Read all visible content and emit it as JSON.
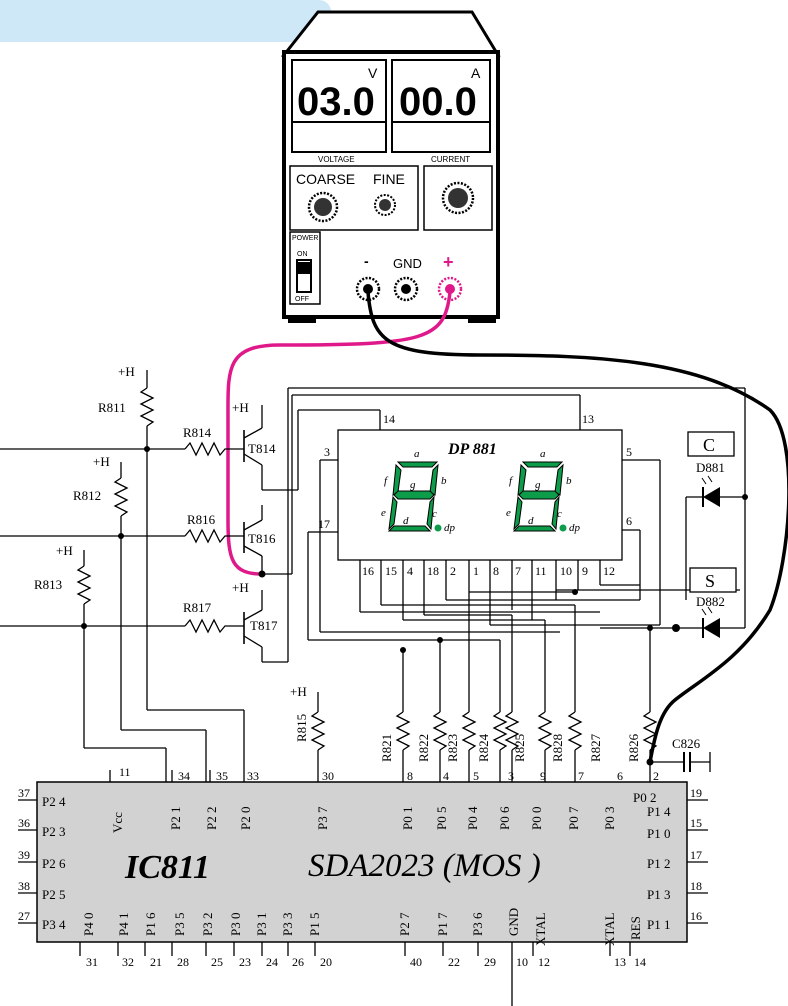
{
  "psu": {
    "volt_display": "03.0",
    "volt_unit": "V",
    "amp_display": "00.0",
    "amp_unit": "A",
    "voltage_label": "VOLTAGE",
    "current_label": "CURRENT",
    "coarse_label": "COARSE",
    "fine_label": "FINE",
    "power_label": "POWER",
    "on_label": "ON",
    "off_label": "OFF",
    "minus_label": "-",
    "gnd_label": "GND",
    "plus_label": "+"
  },
  "display": {
    "title": "DP 881",
    "seg_a": "a",
    "seg_b": "b",
    "seg_c": "c",
    "seg_d": "d",
    "seg_e": "e",
    "seg_f": "f",
    "seg_g": "g",
    "seg_dp": "dp",
    "top_pins": [
      "14",
      "13"
    ],
    "left_pins": [
      "3",
      "17"
    ],
    "right_pins": [
      "5",
      "6"
    ],
    "bottom_pins": [
      "16",
      "15",
      "4",
      "18",
      "2",
      "1",
      "8",
      "7",
      "11",
      "10",
      "9",
      "12"
    ]
  },
  "transistors": {
    "supply": "+H",
    "t814": "T814",
    "t816": "T816",
    "t817": "T817"
  },
  "resistors": {
    "r811": "R811",
    "r812": "R812",
    "r813": "R813",
    "r814": "R814",
    "r816": "R816",
    "r817": "R817",
    "r815": "R815",
    "r821": "R821",
    "r822": "R822",
    "r823": "R823",
    "r824": "R824",
    "r825": "R825",
    "r828": "R828",
    "r827": "R827",
    "r826": "R826",
    "c826": "C826"
  },
  "leds": {
    "c_label": "C",
    "d881": "D881",
    "s_label": "S",
    "d882": "D882"
  },
  "ic": {
    "name": "IC811",
    "part": "SDA2023 (MOS )",
    "left_pins": [
      {
        "num": "37",
        "name": "P2 4"
      },
      {
        "num": "36",
        "name": "P2 3"
      },
      {
        "num": "39",
        "name": "P2 6"
      },
      {
        "num": "38",
        "name": "P2 5"
      },
      {
        "num": "27",
        "name": "P3 4"
      }
    ],
    "right_pins": [
      {
        "num": "19",
        "name": "P1 4"
      },
      {
        "num": "15",
        "name": "P1 0"
      },
      {
        "num": "17",
        "name": "P1 2"
      },
      {
        "num": "18",
        "name": "P1 3"
      },
      {
        "num": "16",
        "name": "P1 1"
      }
    ],
    "top_pins": [
      {
        "num": "11",
        "name": "Vcc"
      },
      {
        "num": "34",
        "name": "P2 1"
      },
      {
        "num": "35",
        "name": "P2 2"
      },
      {
        "num": "33",
        "name": "P2 0"
      },
      {
        "num": "30",
        "name": "P3 7"
      },
      {
        "num": "8",
        "name": "P0 1"
      },
      {
        "num": "4",
        "name": "P0 5"
      },
      {
        "num": "5",
        "name": "P0 4"
      },
      {
        "num": "3",
        "name": "P0 6"
      },
      {
        "num": "9",
        "name": "P0 0"
      },
      {
        "num": "7",
        "name": "P0 7"
      },
      {
        "num": "6",
        "name": "P0 3"
      },
      {
        "num": "2",
        "name": "P0 2"
      }
    ],
    "bottom_pins": [
      {
        "num": "31",
        "name": "P4 0"
      },
      {
        "num": "32",
        "name": "P4 1"
      },
      {
        "num": "21",
        "name": "P1 6"
      },
      {
        "num": "28",
        "name": "P3 5"
      },
      {
        "num": "25",
        "name": "P3 2"
      },
      {
        "num": "23",
        "name": "P3 0"
      },
      {
        "num": "24",
        "name": "P3 1"
      },
      {
        "num": "26",
        "name": "P3 3"
      },
      {
        "num": "20",
        "name": "P1 5"
      },
      {
        "num": "40",
        "name": "P2 7"
      },
      {
        "num": "22",
        "name": "P1 7"
      },
      {
        "num": "29",
        "name": "P3 6"
      },
      {
        "num": "10",
        "name": "GND"
      },
      {
        "num": "12",
        "name": "XTAL"
      },
      {
        "num": "13",
        "name": "XTAL"
      },
      {
        "num": "14",
        "name": "RES"
      }
    ]
  },
  "colors": {
    "accent_blue": "#cfe8f8",
    "segment_green": "#0d9c4a",
    "probe_magenta": "#e0198a",
    "ic_fill": "#d2d2d2"
  }
}
